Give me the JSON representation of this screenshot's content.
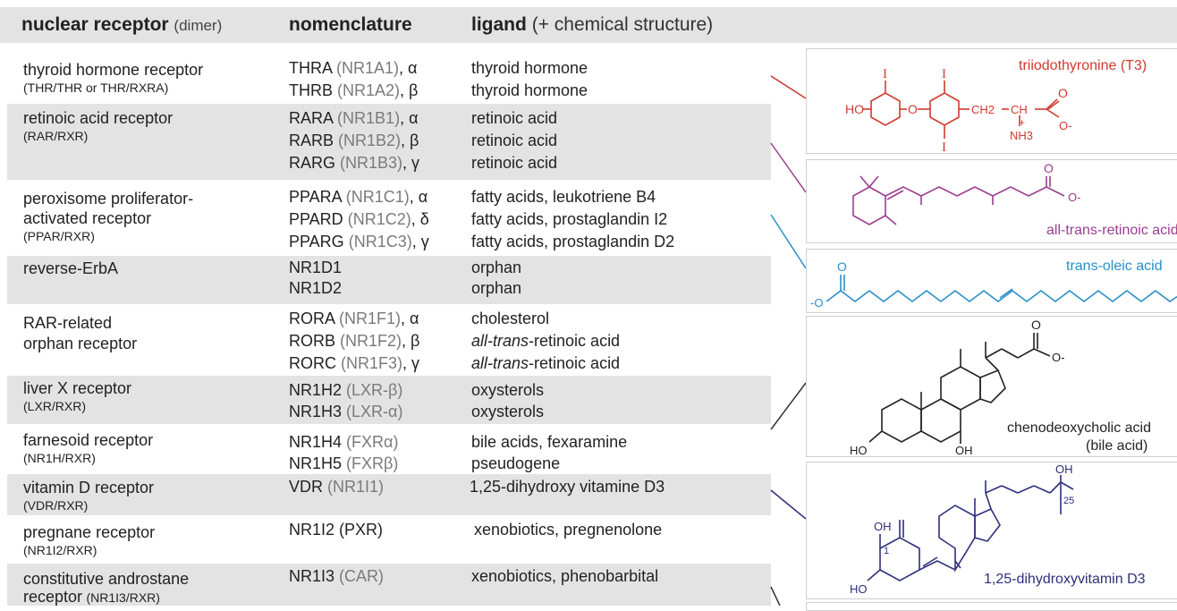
{
  "header": {
    "col1_title": "nuclear receptor",
    "col1_sub": "(dimer)",
    "col2_title": "nomenclature",
    "col3_title": "ligand",
    "col3_sub": "(+ chemical structure)"
  },
  "rows": [
    {
      "name": "thyroid hormone receptor",
      "sub": "(THR/THR or THR/RXRA)",
      "noms": [
        {
          "gene": "THRA",
          "code": "(NR1A1)",
          "suffix": ", α"
        },
        {
          "gene": "THRB",
          "code": "(NR1A2)",
          "suffix": ", β"
        }
      ],
      "ligands": [
        "thyroid hormone",
        "thyroid hormone"
      ]
    },
    {
      "name": "retinoic acid receptor",
      "sub": "(RAR/RXR)",
      "noms": [
        {
          "gene": "RARA",
          "code": "(NR1B1)",
          "suffix": ", α"
        },
        {
          "gene": "RARB",
          "code": "(NR1B2)",
          "suffix": ", β"
        },
        {
          "gene": "RARG",
          "code": "(NR1B3)",
          "suffix": ", γ"
        }
      ],
      "ligands": [
        "retinoic acid",
        "retinoic acid",
        "retinoic acid"
      ]
    },
    {
      "name": "peroxisome proliferator-",
      "name2": "activated receptor",
      "sub": "(PPAR/RXR)",
      "noms": [
        {
          "gene": "PPARA",
          "code": "(NR1C1)",
          "suffix": ", α"
        },
        {
          "gene": "PPARD",
          "code": "(NR1C2)",
          "suffix": ", δ"
        },
        {
          "gene": "PPARG",
          "code": "(NR1C3)",
          "suffix": ", γ"
        }
      ],
      "ligands": [
        "fatty acids, leukotriene B4",
        "fatty acids, prostaglandin I2",
        "fatty acids, prostaglandin D2"
      ]
    },
    {
      "name": "reverse-ErbA",
      "noms": [
        {
          "gene": "NR1D1"
        },
        {
          "gene": "NR1D2"
        }
      ],
      "ligands": [
        "orphan",
        "orphan"
      ]
    },
    {
      "name": "RAR-related",
      "name2": "orphan receptor",
      "noms": [
        {
          "gene": "RORA",
          "code": "(NR1F1)",
          "suffix": ", α"
        },
        {
          "gene": "RORB",
          "code": "(NR1F2)",
          "suffix": ", β"
        },
        {
          "gene": "RORC",
          "code": "(NR1F3)",
          "suffix": ", γ"
        }
      ],
      "ligands": [
        "cholesterol"
      ],
      "ligands_italic": [
        {
          "it": "all-trans",
          "rest": "-retinoic acid"
        },
        {
          "it": "all-trans",
          "rest": "-retinoic acid"
        }
      ]
    },
    {
      "name": "liver X receptor",
      "sub": "(LXR/RXR)",
      "noms": [
        {
          "gene": "NR1H2",
          "code": "(LXR-β)"
        },
        {
          "gene": "NR1H3",
          "code": "(LXR-α)"
        }
      ],
      "ligands": [
        "oxysterols",
        "oxysterols"
      ]
    },
    {
      "name": "farnesoid receptor",
      "sub": "(NR1H/RXR)",
      "noms": [
        {
          "gene": "NR1H4",
          "code": "(FXRα)"
        },
        {
          "gene": "NR1H5",
          "code": "(FXRβ)"
        }
      ],
      "ligands": [
        "bile acids, fexaramine",
        "pseudogene"
      ]
    },
    {
      "name": "vitamin D receptor",
      "sub": "(VDR/RXR)",
      "noms": [
        {
          "gene": "VDR",
          "code": "(NR1I1)"
        }
      ],
      "ligands": [
        "1,25-dihydroxy vitamine D3"
      ]
    },
    {
      "name": "pregnane receptor",
      "sub": "(NR1I2/RXR)",
      "noms": [
        {
          "gene": "NR1I2 (PXR)"
        }
      ],
      "ligands": [
        "xenobiotics, pregnenolone"
      ]
    },
    {
      "name": "constitutive androstane",
      "name2": "receptor",
      "sub2": "(NR1I3/RXR)",
      "noms": [
        {
          "gene": "NR1I3",
          "code": "(CAR)"
        }
      ],
      "ligands": [
        "xenobiotics, phenobarbital"
      ]
    }
  ],
  "structures": {
    "t3": {
      "label": "triiodothyronine (T3)",
      "color": "#d03a2f",
      "atoms": {
        "iodine": "I",
        "hydroxyl": "HO",
        "oxygen": "O",
        "oxide": "O-",
        "ch2": "CH2",
        "ch": "CH",
        "carbonyl": "O",
        "amine": "NH3",
        "plus": "+"
      }
    },
    "atra": {
      "label": "all-trans-retinoic acid",
      "color": "#9a3d8f",
      "atoms": {
        "carbonyl": "O",
        "oxide": "O-"
      }
    },
    "oleic": {
      "label": "trans-oleic acid",
      "color": "#2a8fc8",
      "atoms": {
        "carbonyl": "O",
        "oxide": "-O"
      }
    },
    "cdca": {
      "label": "chenodeoxycholic acid",
      "label2": "(bile acid)",
      "color": "#222222",
      "atoms": {
        "carbonyl": "O",
        "oxide": "O-",
        "hydroxyl": "HO",
        "hydroxyl2": "OH"
      }
    },
    "vitd": {
      "label": "1,25-dihydroxyvitamin D3",
      "color": "#2e2f7d",
      "atoms": {
        "hydroxyl": "OH",
        "hydroxyl_ring": "OH",
        "hydroxyl_base": "HO",
        "pos1": "1",
        "pos25": "25"
      }
    }
  }
}
